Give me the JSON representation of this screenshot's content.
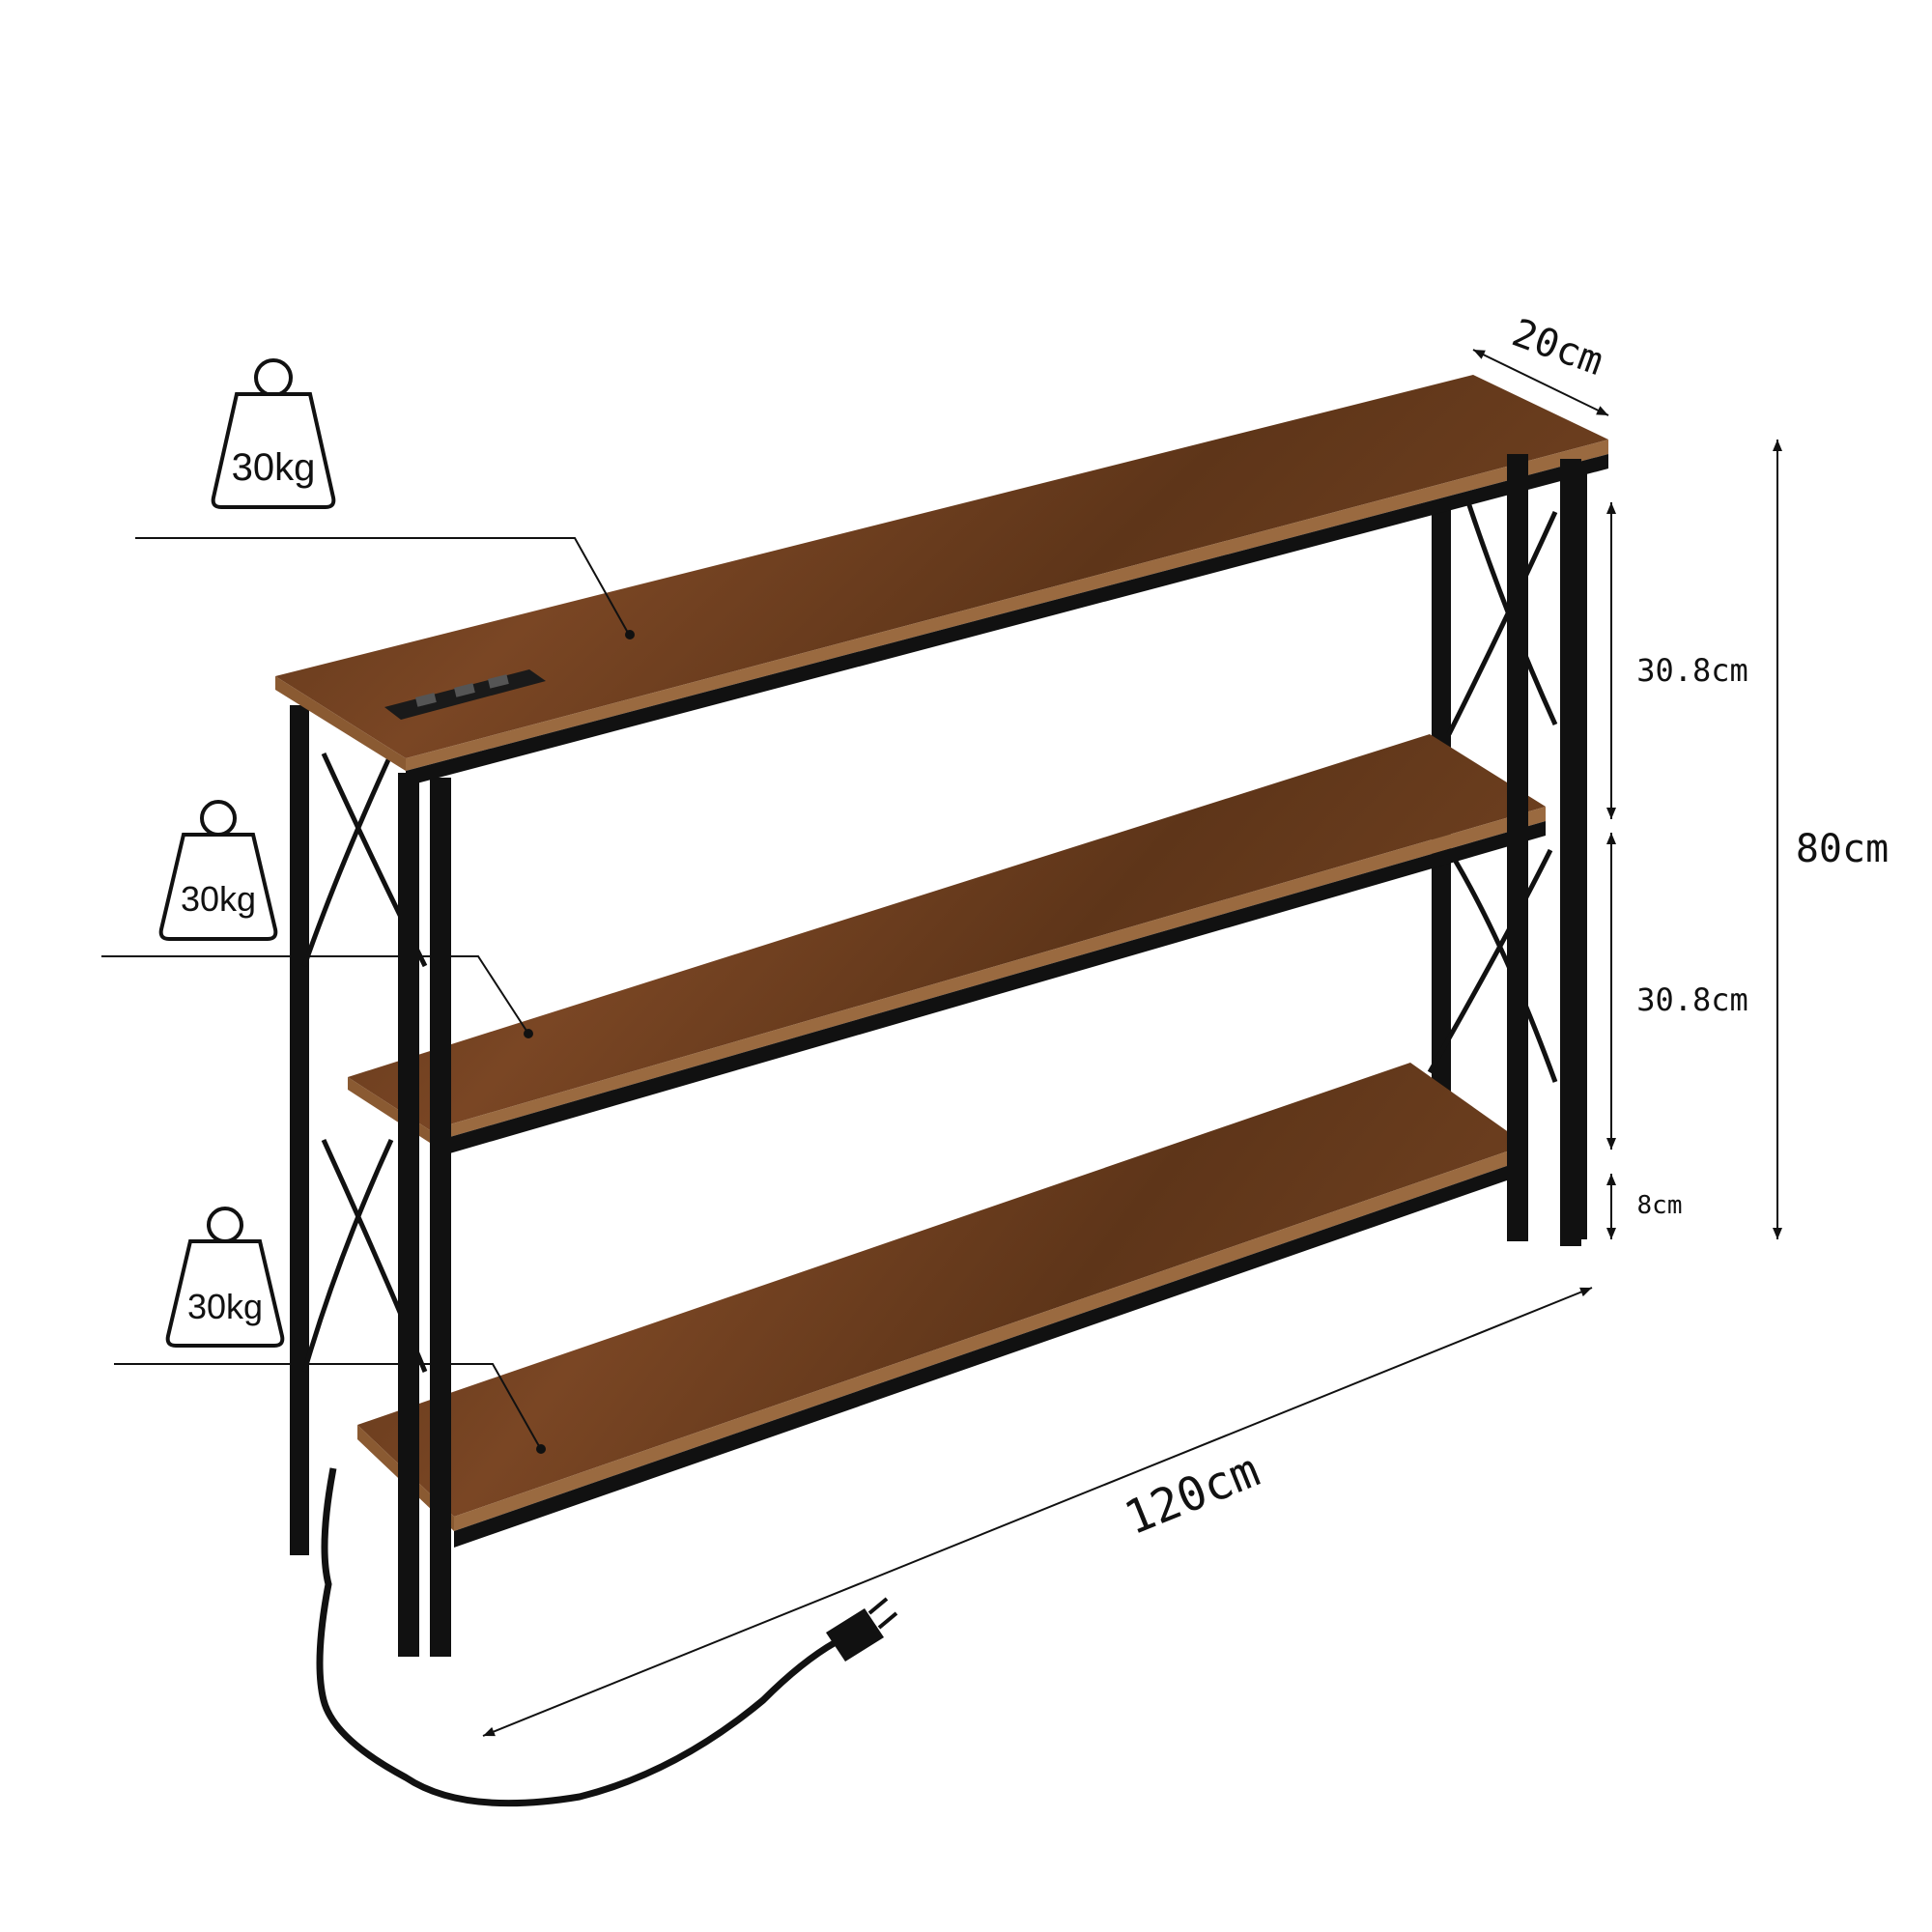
{
  "product": {
    "wood_color": "#6b3d1f",
    "wood_dark": "#3e2210",
    "edge_color": "#9a6a40",
    "frame_color": "#121212"
  },
  "weights": [
    {
      "label": "30kg"
    },
    {
      "label": "30kg"
    },
    {
      "label": "30kg"
    }
  ],
  "dimensions": {
    "depth": "20cm",
    "top_gap": "30.8cm",
    "middle_gap": "30.8cm",
    "bottom_clearance": "8cm",
    "height": "80cm",
    "width": "120cm"
  }
}
